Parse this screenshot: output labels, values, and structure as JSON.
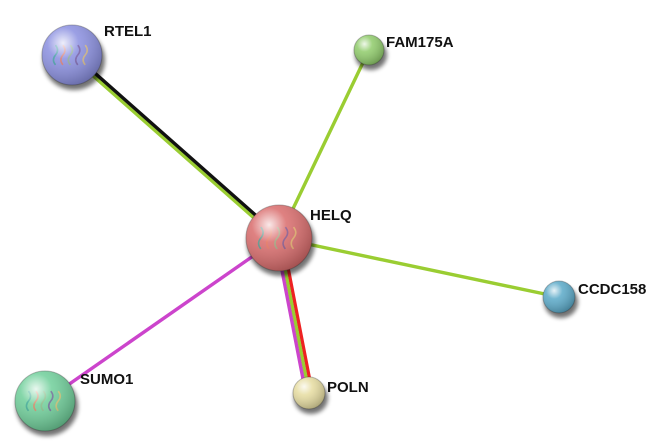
{
  "network": {
    "nodes": [
      {
        "id": "HELQ",
        "label": "HELQ",
        "color": "#d96b6b",
        "has_structure": true
      },
      {
        "id": "RTEL1",
        "label": "RTEL1",
        "color": "#8a8fe0",
        "has_structure": true
      },
      {
        "id": "FAM175A",
        "label": "FAM175A",
        "color": "#8fcb6a",
        "has_structure": false
      },
      {
        "id": "CCDC158",
        "label": "CCDC158",
        "color": "#5aa9c8",
        "has_structure": false
      },
      {
        "id": "POLN",
        "label": "POLN",
        "color": "#e6dca0",
        "has_structure": false
      },
      {
        "id": "SUMO1",
        "label": "SUMO1",
        "color": "#6fcf9a",
        "has_structure": true
      }
    ],
    "edges": [
      {
        "from": "HELQ",
        "to": "RTEL1",
        "evidence_colors": [
          "#9acd32",
          "#111111"
        ]
      },
      {
        "from": "HELQ",
        "to": "FAM175A",
        "evidence_colors": [
          "#9acd32"
        ]
      },
      {
        "from": "HELQ",
        "to": "CCDC158",
        "evidence_colors": [
          "#9acd32"
        ]
      },
      {
        "from": "HELQ",
        "to": "POLN",
        "evidence_colors": [
          "#ee2222",
          "#9acd32",
          "#cc44cc"
        ]
      },
      {
        "from": "HELQ",
        "to": "SUMO1",
        "evidence_colors": [
          "#cc44cc"
        ]
      }
    ]
  }
}
